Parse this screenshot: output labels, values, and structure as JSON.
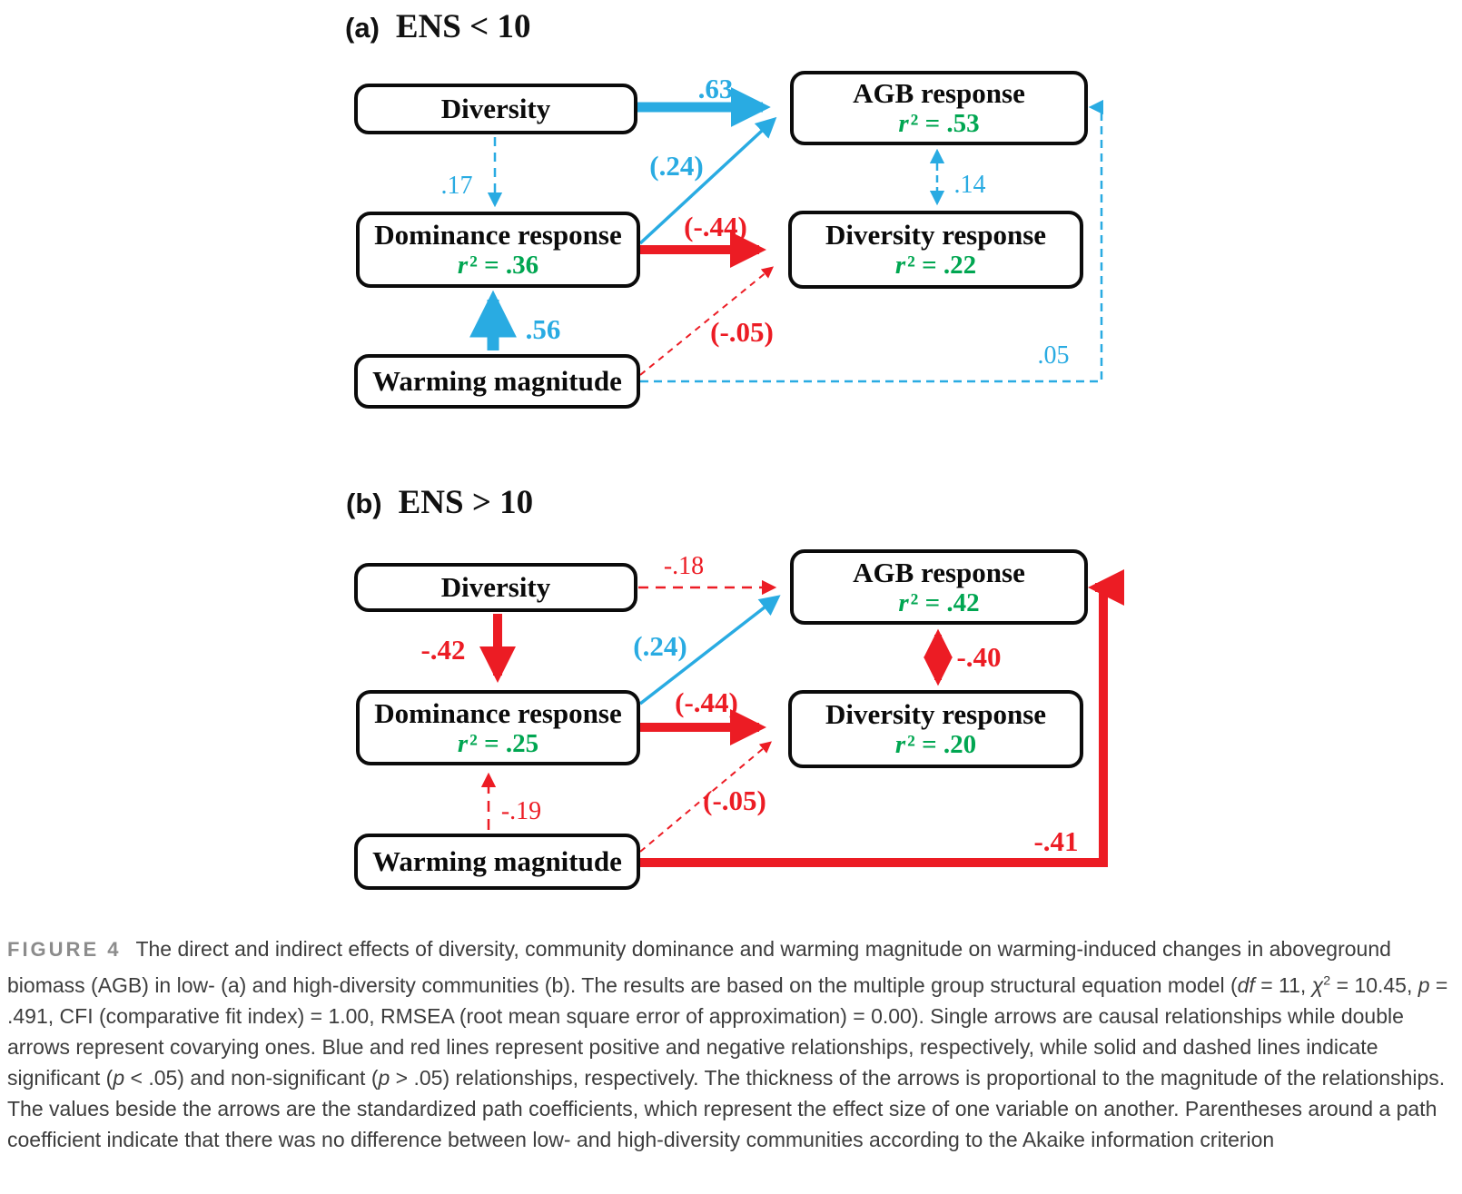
{
  "colors": {
    "positive_blue": "#29ABE2",
    "negative_red": "#EC1C24",
    "r2_green": "#00A651",
    "box_border_black": "#0b0b0b",
    "caption_gray": "#3d3d3d",
    "figure_tag_gray": "#8c8c8c"
  },
  "panel_a": {
    "label": "(a)",
    "title": "ENS < 10",
    "boxes": {
      "diversity": {
        "label": "Diversity"
      },
      "agb": {
        "label": "AGB response",
        "r2_var": "r",
        "r2_rest": "² = .53"
      },
      "dominance": {
        "label": "Dominance response",
        "r2_var": "r",
        "r2_rest": "² = .36"
      },
      "diversity_response": {
        "label": "Diversity response",
        "r2_var": "r",
        "r2_rest": "² = .22"
      },
      "warming": {
        "label": "Warming magnitude"
      }
    },
    "edges": [
      {
        "from": "Diversity",
        "to": "AGB response",
        "value": ".63",
        "color": "blue",
        "style": "solid",
        "type": "causal"
      },
      {
        "from": "Diversity",
        "to": "Dominance response",
        "value": ".17",
        "color": "blue",
        "style": "dashed",
        "type": "causal"
      },
      {
        "from": "Dominance response",
        "to": "AGB response",
        "value": "(.24)",
        "color": "blue",
        "style": "solid",
        "type": "causal"
      },
      {
        "from": "Dominance response",
        "to": "Diversity response",
        "value": "(-.44)",
        "color": "red",
        "style": "solid",
        "type": "causal"
      },
      {
        "from": "AGB response",
        "to": "Diversity response",
        "value": ".14",
        "color": "blue",
        "style": "dashed",
        "type": "covariance"
      },
      {
        "from": "Warming magnitude",
        "to": "Dominance response",
        "value": ".56",
        "color": "blue",
        "style": "solid",
        "type": "causal"
      },
      {
        "from": "Warming magnitude",
        "to": "Diversity response",
        "value": "(-.05)",
        "color": "red",
        "style": "dashed",
        "type": "causal"
      },
      {
        "from": "Warming magnitude",
        "to": "AGB response",
        "value": ".05",
        "color": "blue",
        "style": "dashed",
        "type": "causal"
      }
    ]
  },
  "panel_b": {
    "label": "(b)",
    "title": "ENS > 10",
    "boxes": {
      "diversity": {
        "label": "Diversity"
      },
      "agb": {
        "label": "AGB response",
        "r2_var": "r",
        "r2_rest": "² = .42"
      },
      "dominance": {
        "label": "Dominance response",
        "r2_var": "r",
        "r2_rest": "² = .25"
      },
      "diversity_response": {
        "label": "Diversity response",
        "r2_var": "r",
        "r2_rest": "² = .20"
      },
      "warming": {
        "label": "Warming magnitude"
      }
    },
    "edges": [
      {
        "from": "Diversity",
        "to": "AGB response",
        "value": "-.18",
        "color": "red",
        "style": "dashed",
        "type": "causal"
      },
      {
        "from": "Diversity",
        "to": "Dominance response",
        "value": "-.42",
        "color": "red",
        "style": "solid",
        "type": "causal"
      },
      {
        "from": "Dominance response",
        "to": "AGB response",
        "value": "(.24)",
        "color": "blue",
        "style": "solid",
        "type": "causal"
      },
      {
        "from": "Dominance response",
        "to": "Diversity response",
        "value": "(-.44)",
        "color": "red",
        "style": "solid",
        "type": "causal"
      },
      {
        "from": "AGB response",
        "to": "Diversity response",
        "value": "-.40",
        "color": "red",
        "style": "solid",
        "type": "covariance"
      },
      {
        "from": "Warming magnitude",
        "to": "Dominance response",
        "value": "-.19",
        "color": "red",
        "style": "dashed",
        "type": "causal"
      },
      {
        "from": "Warming magnitude",
        "to": "Diversity response",
        "value": "(-.05)",
        "color": "red",
        "style": "dashed",
        "type": "causal"
      },
      {
        "from": "Warming magnitude",
        "to": "AGB response",
        "value": "-.41",
        "color": "red",
        "style": "solid",
        "type": "causal"
      }
    ]
  },
  "caption": {
    "tag": "FIGURE 4",
    "segments": [
      {
        "t": "The direct and indirect effects of diversity, community dominance and warming magnitude on warming-induced changes in aboveground biomass (AGB) in low- (a) and high-diversity communities (b). The results are based on the multiple group structural equation model ("
      },
      {
        "t": "df",
        "i": true
      },
      {
        "t": " = 11, "
      },
      {
        "t": "χ",
        "i": true
      },
      {
        "t": "2",
        "sup": true
      },
      {
        "t": " = 10.45, "
      },
      {
        "t": "p",
        "i": true
      },
      {
        "t": " = .491, CFI (comparative fit index) = 1.00, RMSEA (root mean square error of approximation) = 0.00). Single arrows are causal relationships while double arrows represent covarying ones. Blue and red lines represent positive and negative relationships, respectively, while solid and dashed lines indicate significant ("
      },
      {
        "t": "p",
        "i": true
      },
      {
        "t": " < .05) and non-significant ("
      },
      {
        "t": "p",
        "i": true
      },
      {
        "t": " > .05) relationships, respectively. The thickness of the arrows is proportional to the magnitude of the relationships. The values beside the arrows are the standardized path coefficients, which represent the effect size of one variable on another. Parentheses around a path coefficient indicate that there was no difference between low- and high-diversity communities according to the Akaike information criterion"
      }
    ]
  }
}
